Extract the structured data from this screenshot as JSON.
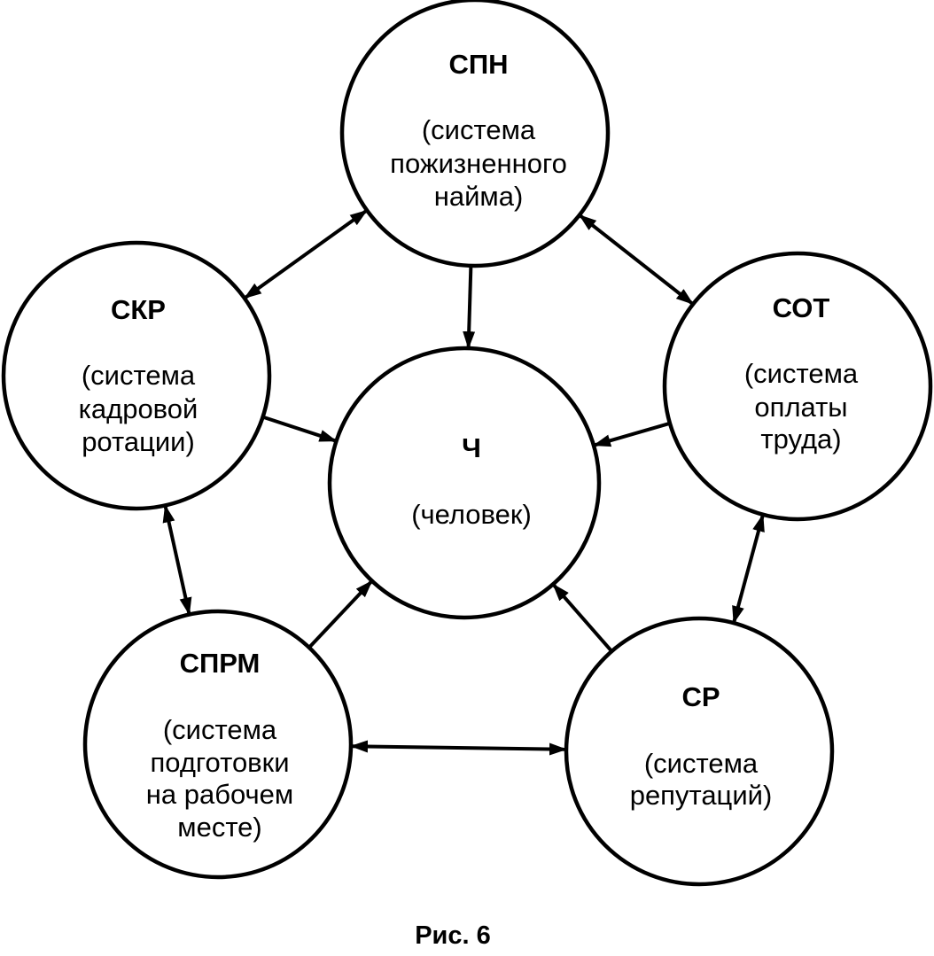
{
  "nodes": {
    "spn": {
      "abbr": "СПН",
      "lines": [
        "(система",
        "пожизненного",
        "найма)"
      ]
    },
    "skr": {
      "abbr": "СКР",
      "lines": [
        "(система",
        "кадровой",
        "ротации)"
      ]
    },
    "sot": {
      "abbr": "СОТ",
      "lines": [
        "(система",
        "оплаты",
        "труда)"
      ]
    },
    "ch": {
      "abbr": "Ч",
      "lines": [
        "(человек)"
      ]
    },
    "sprm": {
      "abbr": "СПРМ",
      "lines": [
        "(система",
        "подготовки",
        "на рабочем",
        "месте)"
      ]
    },
    "sr": {
      "abbr": "СР",
      "lines": [
        "(система",
        "репутаций)"
      ]
    }
  },
  "edges": [
    {
      "from": "spn",
      "to": "skr",
      "direction": "both"
    },
    {
      "from": "spn",
      "to": "sot",
      "direction": "both"
    },
    {
      "from": "spn",
      "to": "ch",
      "direction": "forward"
    },
    {
      "from": "skr",
      "to": "ch",
      "direction": "forward"
    },
    {
      "from": "sot",
      "to": "ch",
      "direction": "forward"
    },
    {
      "from": "skr",
      "to": "sprm",
      "direction": "both"
    },
    {
      "from": "sot",
      "to": "sr",
      "direction": "both"
    },
    {
      "from": "sprm",
      "to": "ch",
      "direction": "forward"
    },
    {
      "from": "sr",
      "to": "ch",
      "direction": "forward"
    },
    {
      "from": "sprm",
      "to": "sr",
      "direction": "both"
    }
  ],
  "caption": "Рис. 6"
}
